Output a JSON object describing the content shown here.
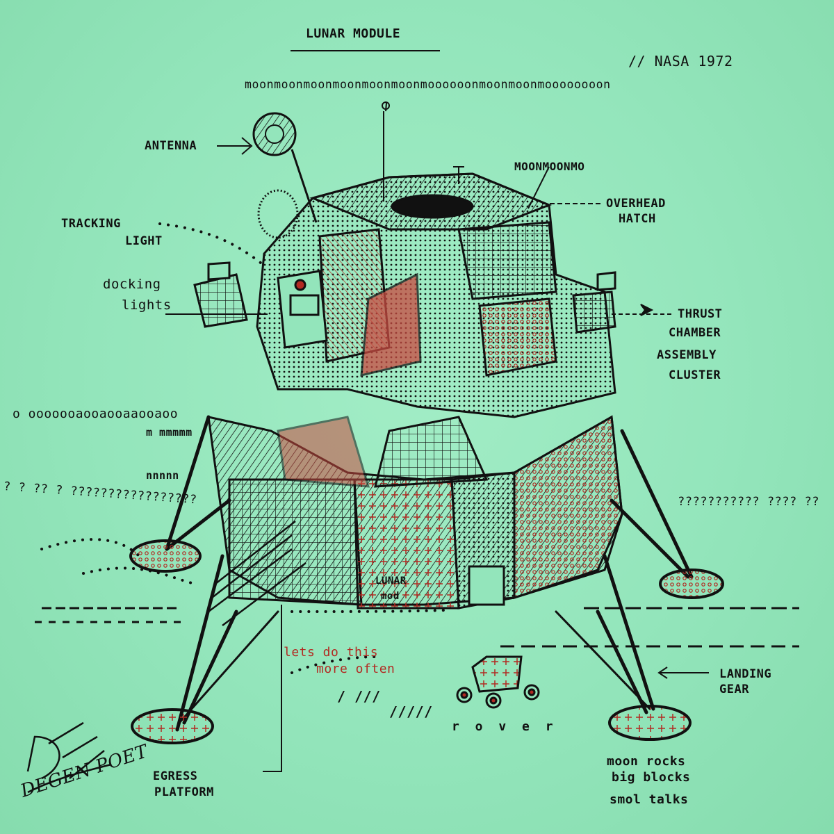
{
  "title": "LUNAR MODULE",
  "credit": "// NASA 1972",
  "moon_line": "moonmoonmoonmoonmoonmoonmoooooonmoonmoonmoooooooon",
  "moon_small": "MOONMOONMO",
  "labels": {
    "antenna": "ANTENNA",
    "tracking_light": [
      "TRACKING",
      "LIGHT"
    ],
    "docking_lights": [
      "docking",
      "lights"
    ],
    "overhead_hatch": [
      "OVERHEAD",
      "HATCH"
    ],
    "thrust": [
      "THRUST",
      "CHAMBER",
      "ASSEMBLY",
      "CLUSTER"
    ],
    "landing_gear": [
      "LANDING",
      "GEAR"
    ],
    "egress": [
      "EGRESS",
      "PLATFORM"
    ],
    "rover": "r o v e r"
  },
  "scribbles": {
    "o_row": "o ooooooaooaooaaooaoo",
    "m_row": "m mmmmm",
    "n_row": "nnnnn",
    "q_left": "? ? ?? ? ?????????????????",
    "q_right": "??????????? ???? ??",
    "lunar_mod": [
      "LUNAR",
      "mod"
    ],
    "slashes": [
      "/ ///",
      "/////"
    ]
  },
  "message": [
    "lets do this",
    "more often"
  ],
  "poem": [
    "moon rocks",
    "big blocks",
    "smol talks"
  ],
  "signature": "DEGEN POET",
  "colors": {
    "paper": "#93e5bb",
    "ink": "#111111",
    "red_ink": "#b22a22",
    "cyan_ink": "#2aa8c8"
  }
}
